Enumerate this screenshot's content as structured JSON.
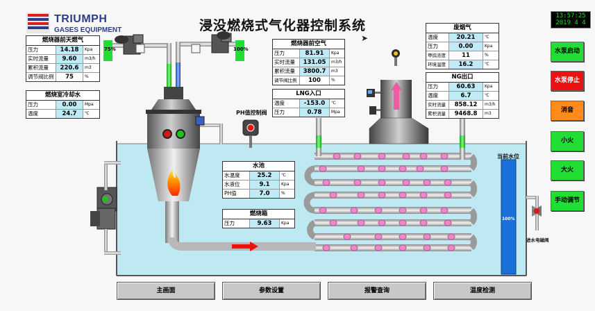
{
  "header": {
    "logo_line1": "TRIUMPH",
    "logo_line2": "GASES EQUIPMENT",
    "title": "浸没燃烧式气化器控制系统",
    "clock_time": "13:57:25",
    "clock_date": "2019  4   4"
  },
  "valve_labels": {
    "left": "75%",
    "right": "100%"
  },
  "gas_panel": {
    "title": "燃烧器前天燃气",
    "rows": [
      {
        "label": "压力",
        "value": "14.18",
        "unit": "Kpa"
      },
      {
        "label": "实时流量",
        "value": "9.60",
        "unit": "m3/h"
      },
      {
        "label": "累积流量",
        "value": "220.6",
        "unit": "m3"
      },
      {
        "label": "调节阀比例",
        "value": "75",
        "unit": "%"
      }
    ]
  },
  "cooling_panel": {
    "title": "燃烧室冷却水",
    "rows": [
      {
        "label": "压力",
        "value": "0.00",
        "unit": "Mpa"
      },
      {
        "label": "温度",
        "value": "24.7",
        "unit": "℃"
      }
    ]
  },
  "air_panel": {
    "title": "燃烧器前空气",
    "rows": [
      {
        "label": "压力",
        "value": "81.91",
        "unit": "Kpa"
      },
      {
        "label": "实时流量",
        "value": "131.05",
        "unit": "m3/h"
      },
      {
        "label": "累积流量",
        "value": "3800.7",
        "unit": "m3"
      },
      {
        "label": "调节阀比例",
        "value": "100",
        "unit": "%"
      }
    ]
  },
  "lng_panel": {
    "title": "LNG入口",
    "rows": [
      {
        "label": "温度",
        "value": "-153.0",
        "unit": "℃"
      },
      {
        "label": "压力",
        "value": "0.78",
        "unit": "Mpa"
      }
    ]
  },
  "exhaust_panel": {
    "title": "废烟气",
    "rows": [
      {
        "label": "温度",
        "value": "20.21",
        "unit": "℃"
      },
      {
        "label": "压力",
        "value": "0.00",
        "unit": "Kpa"
      },
      {
        "label": "甲烷浓度",
        "value": "11",
        "unit": "%"
      },
      {
        "label": "环境温度",
        "value": "16.2",
        "unit": "℃"
      }
    ]
  },
  "ng_panel": {
    "title": "NG出口",
    "rows": [
      {
        "label": "压力",
        "value": "60.63",
        "unit": "Kpa"
      },
      {
        "label": "温度",
        "value": "6.7",
        "unit": "℃"
      },
      {
        "label": "实时流量",
        "value": "858.12",
        "unit": "m3/h"
      },
      {
        "label": "累积流量",
        "value": "9468.8",
        "unit": "m3"
      }
    ]
  },
  "pool_panel": {
    "title": "水池",
    "rows": [
      {
        "label": "水温度",
        "value": "25.2",
        "unit": "℃"
      },
      {
        "label": "水液位",
        "value": "9.1",
        "unit": "Kpa"
      },
      {
        "label": "PH值",
        "value": "7.0",
        "unit": "%"
      }
    ]
  },
  "firebox_panel": {
    "title": "燃烧箱",
    "rows": [
      {
        "label": "压力",
        "value": "9.63",
        "unit": "Kpa"
      }
    ]
  },
  "labels": {
    "ph_valve": "PH值控制阀",
    "water_level": "当前水位",
    "water_level_value": "100%",
    "inlet_valve": "进水电磁阀"
  },
  "side_buttons": [
    {
      "label": "水泵启动",
      "color": "#22dd33",
      "text_color": "#000000"
    },
    {
      "label": "水泵停止",
      "color": "#ee1111",
      "text_color": "#ffffff"
    },
    {
      "label": "消音",
      "color": "#ff8c1a",
      "text_color": "#000000"
    },
    {
      "label": "小火",
      "color": "#22dd33",
      "text_color": "#000000"
    },
    {
      "label": "大火",
      "color": "#22dd33",
      "text_color": "#000000"
    },
    {
      "label": "手动调节",
      "color": "#22dd33",
      "text_color": "#000000"
    }
  ],
  "nav_buttons": [
    {
      "label": "主画面"
    },
    {
      "label": "参数设置"
    },
    {
      "label": "报警查询"
    },
    {
      "label": "温度检测"
    }
  ],
  "colors": {
    "water": "#bfe9f2",
    "water_level_bar": "#1a6fd8",
    "pipe": "#b8b8b8",
    "coil_dot": "#ee88cc"
  }
}
